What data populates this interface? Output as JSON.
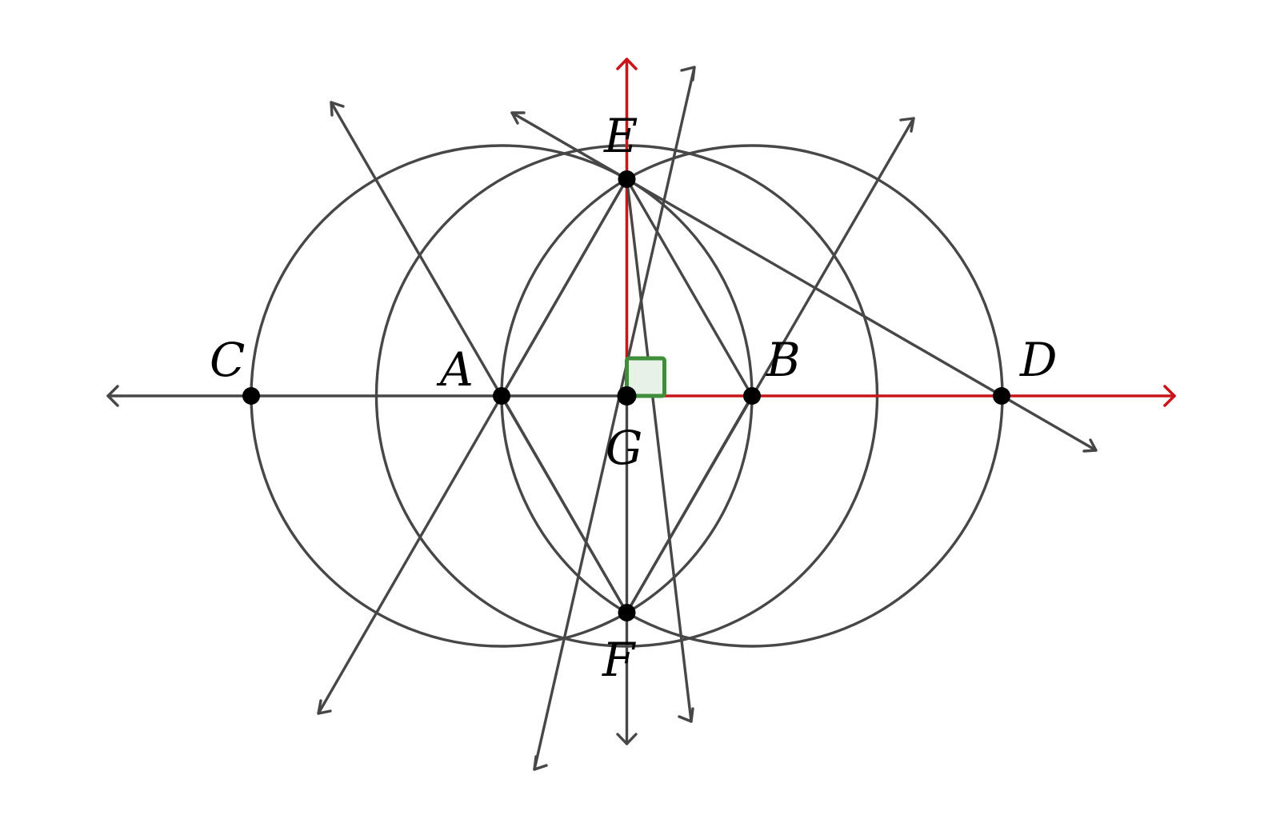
{
  "points": {
    "A": {
      "label": "A"
    },
    "B": {
      "label": "B"
    },
    "C": {
      "label": "C"
    },
    "D": {
      "label": "D"
    },
    "E": {
      "label": "E"
    },
    "F": {
      "label": "F"
    },
    "G": {
      "label": "G"
    }
  },
  "colors": {
    "line": "#474747",
    "highlight": "#c8171b",
    "right_angle_stroke": "#3e8e3a",
    "right_angle_fill": "#e8f1e8",
    "point": "#000000"
  }
}
